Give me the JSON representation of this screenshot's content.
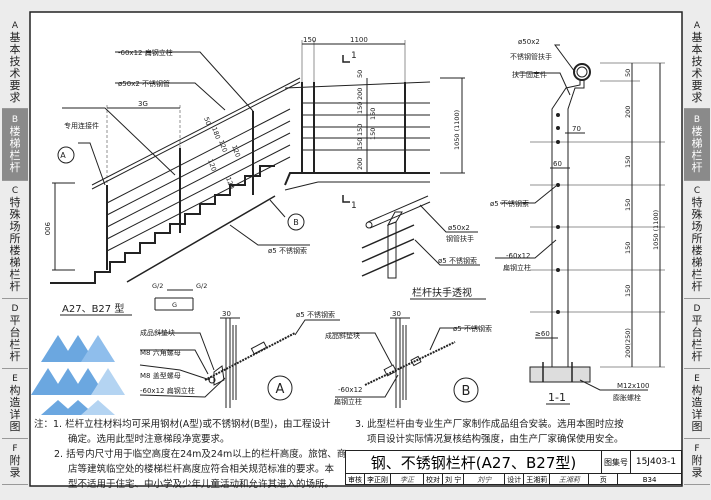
{
  "side_tabs": [
    {
      "letter": "A",
      "label": [
        "基",
        "本",
        "技",
        "术",
        "要",
        "求"
      ],
      "active": false
    },
    {
      "letter": "B",
      "label": [
        "楼",
        "梯",
        "栏",
        "杆"
      ],
      "active": true
    },
    {
      "letter": "C",
      "label": [
        "特",
        "殊",
        "场",
        "所",
        "楼",
        "梯",
        "栏",
        "杆"
      ],
      "active": false
    },
    {
      "letter": "D",
      "label": [
        "平",
        "台",
        "栏",
        "杆"
      ],
      "active": false
    },
    {
      "letter": "E",
      "label": [
        "构",
        "造",
        "详",
        "图"
      ],
      "active": false
    },
    {
      "letter": "F",
      "label": [
        "附",
        "录"
      ],
      "active": false
    }
  ],
  "elevation": {
    "label_flat_post": "-60x12 扁钢立柱",
    "label_tube": "ø50x2  不锈钢管",
    "label_connector": "专用连接件",
    "dim_3g": "3G",
    "dims_diag": [
      "50",
      "180",
      "120",
      "120",
      "120",
      "120"
    ],
    "dim_900": "900",
    "label_cable": "ø5 不锈钢索",
    "dim_g2a": "G/2",
    "dim_g2b": "G/2",
    "dim_g": "G",
    "callout_a": "A",
    "callout_b": "B",
    "title": "A27、B27 型"
  },
  "landing": {
    "dim_150": "150",
    "dim_1100": "1100",
    "section_mark": "1",
    "dims_v": [
      "50",
      "200",
      "150",
      "150",
      "150",
      "200"
    ],
    "dims_v2": [
      "150",
      "150"
    ],
    "dim_total": "1050 (1100)"
  },
  "perspective": {
    "label_tube": "ø50x2",
    "label_tube2": "钢管扶手",
    "label_cable": "ø5 不锈钢索",
    "title": "栏杆扶手透视"
  },
  "section": {
    "label_tube": "ø50x2",
    "label_tube2": "不锈钢管扶手",
    "label_fixing": "扶手固定件",
    "dim_70": "70",
    "dim_60": "60",
    "label_cable": "ø5 不锈钢索",
    "label_post": "-60x12",
    "label_post2": "扁钢立柱",
    "dim_ge60": "≥60",
    "dims_v": [
      "50",
      "200",
      "150",
      "150",
      "150",
      "150",
      "200(250)"
    ],
    "dim_total": "1050 (1100)",
    "label_bolt": "M12x100",
    "label_bolt2": "膨胀螺栓",
    "title": "1-1"
  },
  "detail_a": {
    "dim_30": "30",
    "label_cable": "ø5 不锈钢索",
    "label_wedge": "成品斜垫块",
    "label_nut": "M8 六角螺母",
    "label_capnut": "M8 盖型螺母",
    "label_post": "-60x12 扁钢立柱",
    "mark": "A"
  },
  "detail_b": {
    "dim_30": "30",
    "label_cable": "ø5 不锈钢索",
    "label_wedge": "成品斜垫块",
    "label_post": "-60x12",
    "label_post2": "扁钢立柱",
    "mark": "B"
  },
  "notes": {
    "prefix": "注：",
    "n1a": "1. 栏杆立柱材料均可采用钢材(A型)或不锈钢材(B型)，由工程设计",
    "n1b": "确定。选用此型时注意梯段净宽要求。",
    "n2a": "2. 括号内尺寸用于临空高度在24m及24m以上的栏杆高度。旅馆、商",
    "n2b": "店等建筑临空处的楼梯栏杆高度应符合相关规范标准的要求。本",
    "n2c": "型不适用于住宅、中小学及少年儿童活动和允许其进入的场所。",
    "n3a": "3. 此型栏杆由专业生产厂家制作成品组合安装。选用本图时应按",
    "n3b": "项目设计实际情况复核结构强度，由生产厂家确保使用安全。"
  },
  "title_block": {
    "title": "钢、不锈钢栏杆(A27、B27型)",
    "atlas_label": "图集号",
    "atlas_no": "15J403-1",
    "review_label": "审核",
    "reviewer": "李正刚",
    "review_sig": "李正",
    "check_label": "校对",
    "checker": "刘 宁",
    "check_sig": "刘宁",
    "design_label": "设计",
    "designer": "王湘莉",
    "design_sig": "王湘莉",
    "page_label": "页",
    "page_no": "B34"
  },
  "colors": {
    "line": "#222222",
    "active_tab": "#8a8a8a",
    "watermark": "#3a8ad6"
  }
}
